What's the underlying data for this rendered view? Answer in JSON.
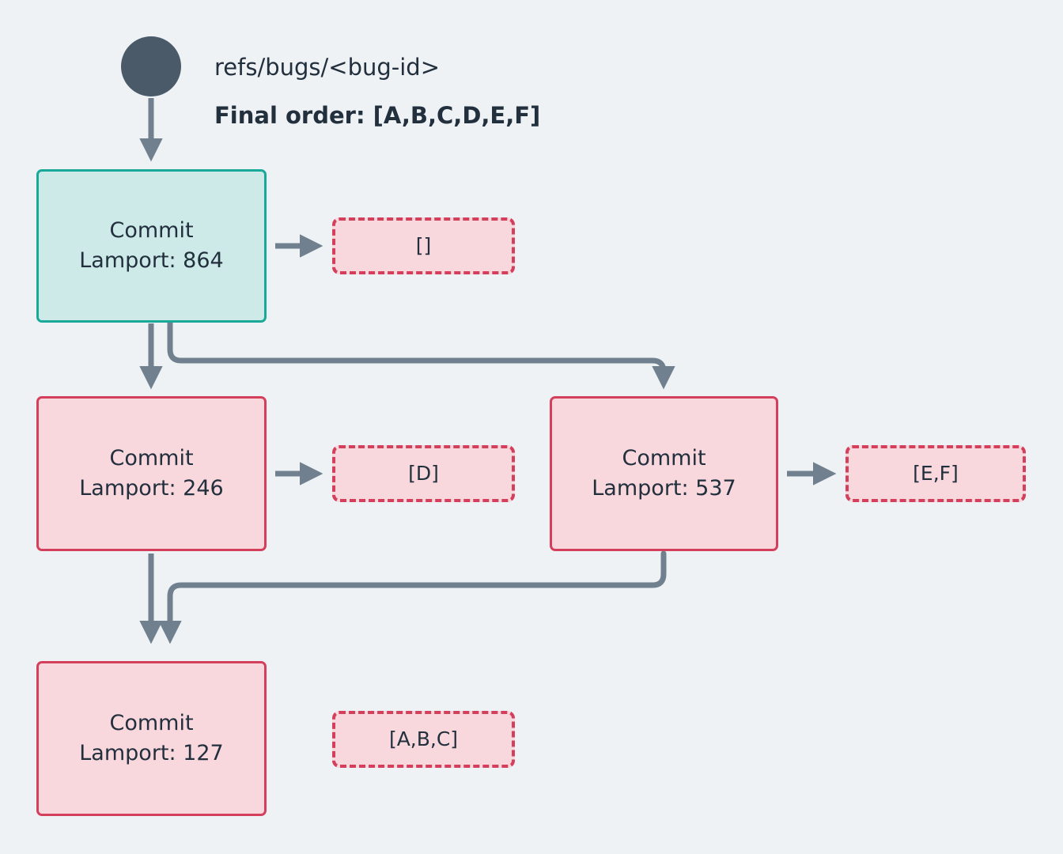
{
  "diagram": {
    "background_color": "#eef2f5",
    "root": {
      "icon": "filled-circle-node",
      "color": "#4a5a68",
      "ref_label": "refs/bugs/<bug-id>",
      "final_order_label": "Final order: [A,B,C,D,E,F]"
    },
    "colors": {
      "teal_fill": "#cdeae9",
      "teal_border": "#18a999",
      "pink_fill": "#f8d7dd",
      "pink_border": "#d43f5c",
      "connector": "#70808f",
      "text": "#222f3d"
    },
    "commits": [
      {
        "id": "commit-864",
        "title": "Commit",
        "lamport_label": "Lamport: 864",
        "lamport": 864,
        "style": "teal",
        "payload": "[]",
        "payload_items": []
      },
      {
        "id": "commit-246",
        "title": "Commit",
        "lamport_label": "Lamport: 246",
        "lamport": 246,
        "style": "pink",
        "payload": "[D]",
        "payload_items": [
          "D"
        ]
      },
      {
        "id": "commit-537",
        "title": "Commit",
        "lamport_label": "Lamport: 537",
        "lamport": 537,
        "style": "pink",
        "payload": "[E,F]",
        "payload_items": [
          "E",
          "F"
        ]
      },
      {
        "id": "commit-127",
        "title": "Commit",
        "lamport_label": "Lamport: 127",
        "lamport": 127,
        "style": "pink",
        "payload": "[A,B,C]",
        "payload_items": [
          "A",
          "B",
          "C"
        ]
      }
    ]
  }
}
